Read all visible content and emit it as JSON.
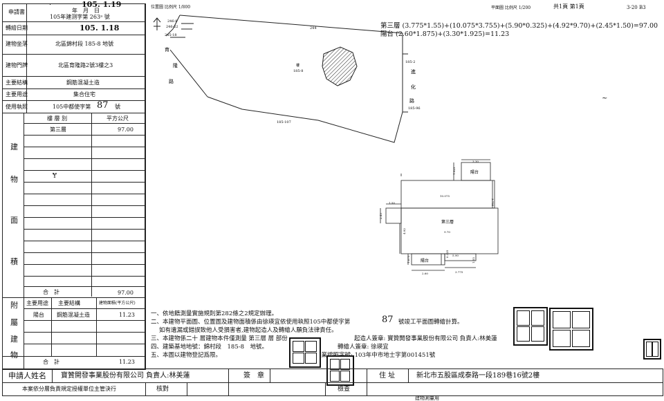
{
  "form": {
    "applicant_label": "申請書",
    "apply_date": "105. 1.19",
    "ymd": "年　月　日",
    "build_no": "105年建测字第 263ᵃ 號",
    "transfer_label": "轉繪日期",
    "transfer_date": "105. 1.18",
    "site_label": "建物坐落",
    "site_value": "北區錦村段 185-8 地號",
    "door_label": "建物門牌",
    "door_value": "北區育隆路2號3樓之3",
    "structure_label": "主要結構",
    "structure_value": "鋼筋混凝土造",
    "use_label": "主要用途",
    "use_value": "集合住宅",
    "permit_label": "使用執照",
    "permit_value": "105中都使字第",
    "permit_no": "87",
    "permit_suffix": "號",
    "floor_header": "樓 層 別",
    "area_header": "平方公尺",
    "floor_name": "第三層",
    "floor_area": "97.00",
    "side_chars": [
      "建",
      "物",
      "面",
      "積"
    ],
    "total_label": "合　計",
    "total_value": "97.00",
    "annex_chars": [
      "附",
      "屬",
      "建",
      "物"
    ],
    "annex_use_h": "主要用途",
    "annex_struct_h": "主要結構",
    "annex_area_h": "建物面積(平方公尺)",
    "annex_use": "陽台",
    "annex_struct": "鋼筋混凝土造",
    "annex_area": "11.23",
    "annex_total_label": "合　計",
    "annex_total": "11.23"
  },
  "location_plan": {
    "scale": "位置圖 比例尺 1/800",
    "road_label_1": "育",
    "road_label_2": "隆",
    "road_label_3": "路",
    "lot_244": "244",
    "lot_2468": "246-8",
    "lot_24622": "246-22",
    "lot_24518": "245-18",
    "lot_1852": "185-2",
    "lot_18596": "185-96",
    "lot_185107": "185-107",
    "road_right_1": "進",
    "road_right_2": "化",
    "road_right_3": "路",
    "building_label": "樓",
    "building_lot": "185-8"
  },
  "floor_plan": {
    "scale": "平面圖 比例尺 1/200",
    "page": "共1頁 第1頁",
    "code": "3-20 B3",
    "formula": "第三層 (3.775*1.55)+(10.075*3.755)+(5.90*0.325)+(4.92*9.70)+(2.45*1.50)=97.00",
    "balcony_formula": "陽台 (2.60*1.875)+(3.30*1.925)=11.23",
    "balcony_label_top": "陽台",
    "balcony_label_bottom": "陽台",
    "room_label": "第三層",
    "dims": {
      "d330": "3.30",
      "d1925": "1.925",
      "d10075": "10.075",
      "d3755": "3.755",
      "d150": "1.50",
      "d245": "2.45",
      "d492": "4.92",
      "d970": "9.70",
      "d590": "5.90",
      "d0325": "0.325",
      "d1875": "1.875",
      "d155": "1.55",
      "d260": "2.60",
      "d3775": "3.775"
    }
  },
  "notes": [
    "一、依地籍測量實施規則第282條之2規定辦理。",
    "二、本建物平面圖、位置圖及建物面積係由徐瑛宜依使用執照105中都使字第",
    "號竣工平面圖轉繪計算。",
    "如有遺漏或錯誤致他人受損害者,建物起造人及轉繪人願負法律責任。",
    "三、本建物係二十 層建物本件僅測量 第三層 層 部份",
    "四、建築基地地號：錦村段　185-8　地號。",
    "五、本圖以建物登記爲限。",
    "起造人簽章: 寶贊開發事業股份有限公司 負責人:林美蓮",
    "轉繪人簽章: 徐瑛宜",
    "開業證照字號: 103年中市地士字第001451號"
  ],
  "footer": {
    "applicant_label": "申請人姓名",
    "applicant_value": "寶贊開發事業股份有限公司 負責人:林美蓮",
    "seal_label": "簽　章",
    "address_label": "住 址",
    "address_value": "新北市五股區成泰路一段189巷16號2樓",
    "authority_label": "本案依分層負責規定授權單位主管決行",
    "check_label": "核對",
    "inspect_label": "檢查",
    "stamp_text": "建物測量用"
  }
}
